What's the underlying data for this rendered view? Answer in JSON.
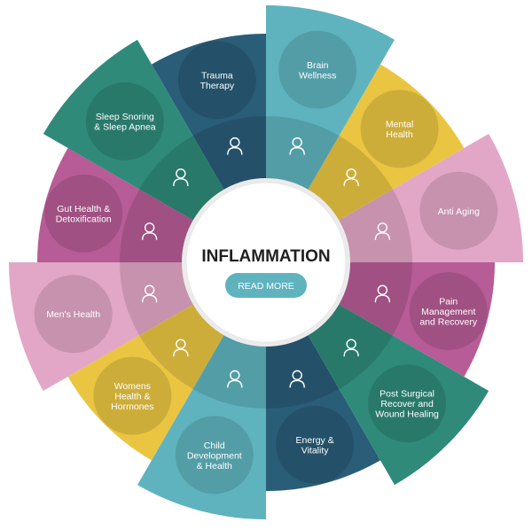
{
  "center": {
    "title": "INFLAMMATION",
    "button_label": "READ MORE",
    "button_color": "#5fb3bf"
  },
  "segments": [
    {
      "label": "Brain Wellness",
      "lines": [
        "Brain",
        "Wellness"
      ],
      "color": "#5fb3bf",
      "icon": "head-brain-icon",
      "popped": true
    },
    {
      "label": "Mental Health",
      "lines": [
        "Mental",
        "Health"
      ],
      "color": "#eac542",
      "icon": "thinking-person-icon",
      "popped": false
    },
    {
      "label": "Anti Aging",
      "lines": [
        "Anti Aging"
      ],
      "color": "#e2a7c6",
      "icon": "skin-layers-icon",
      "popped": true
    },
    {
      "label": "Pain Management and Recovery",
      "lines": [
        "Pain",
        "Management",
        "and Recovery"
      ],
      "color": "#b75c96",
      "icon": "head-pain-icon",
      "popped": false
    },
    {
      "label": "Post Surgical Recover and Wound Healing",
      "lines": [
        "Post Surgical",
        "Recover and",
        "Wound Healing"
      ],
      "color": "#2f8a7a",
      "icon": "bandage-icon",
      "popped": true
    },
    {
      "label": "Energy & Vitality",
      "lines": [
        "Energy &",
        "Vitality"
      ],
      "color": "#2a5d78",
      "icon": "lightbulb-icon",
      "popped": false
    },
    {
      "label": "Child Development & Health",
      "lines": [
        "Child",
        "Development",
        "& Health"
      ],
      "color": "#5fb3bf",
      "icon": "child-icon",
      "popped": true
    },
    {
      "label": "Womens Health & Hormones",
      "lines": [
        "Womens",
        "Health &",
        "Hormones"
      ],
      "color": "#eac542",
      "icon": "woman-icon",
      "popped": false
    },
    {
      "label": "Men's Health",
      "lines": [
        "Men's Health"
      ],
      "color": "#e2a7c6",
      "icon": "man-icon",
      "popped": true
    },
    {
      "label": "Gut Health & Detoxification",
      "lines": [
        "Gut Health &",
        "Detoxification"
      ],
      "color": "#b75c96",
      "icon": "gut-icon",
      "popped": false
    },
    {
      "label": "Sleep Snoring & Sleep Apnea",
      "lines": [
        "Sleep Snoring",
        "& Sleep Apnea"
      ],
      "color": "#2f8a7a",
      "icon": "tired-person-icon",
      "popped": true
    },
    {
      "label": "Trauma Therapy",
      "lines": [
        "Trauma",
        "Therapy"
      ],
      "color": "#2a5d78",
      "icon": "sad-person-icon",
      "popped": false
    }
  ]
}
